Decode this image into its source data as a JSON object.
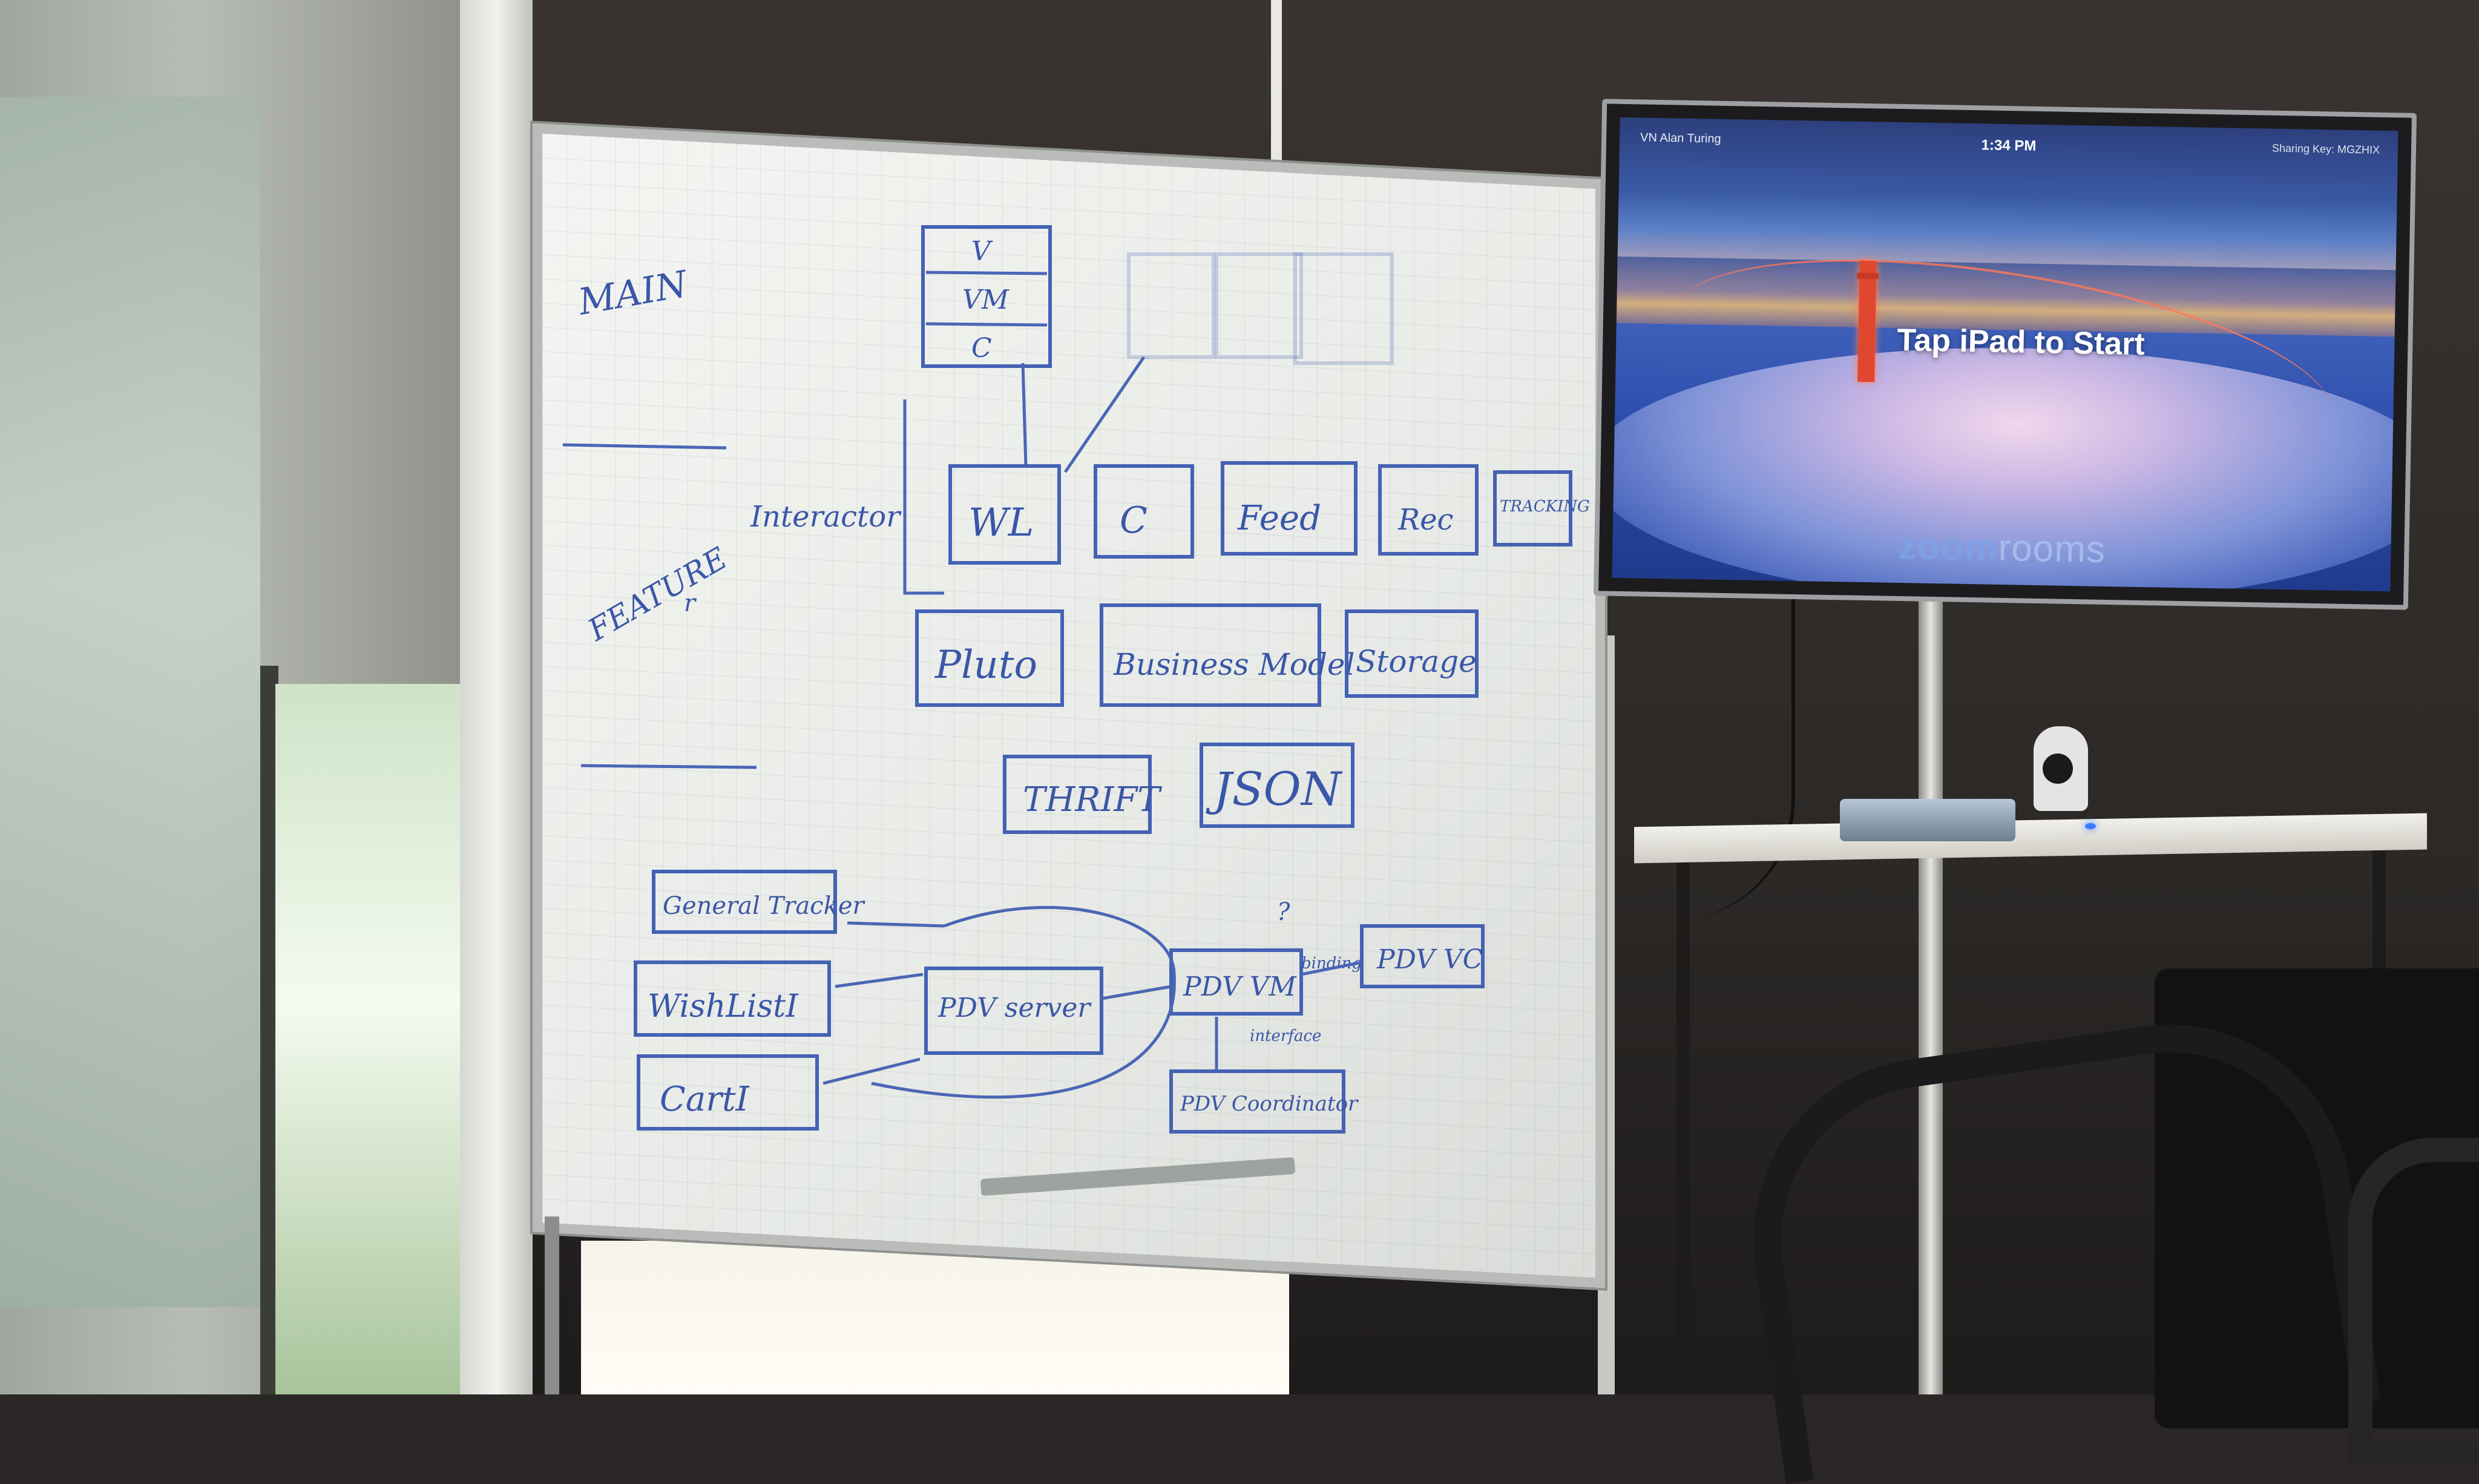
{
  "whiteboard": {
    "left_labels": {
      "main": "MAIN",
      "feature": "FEATURE",
      "feature_sub": "r",
      "interactor": "Interactor"
    },
    "top_boxes": {
      "mvc_box": [
        "V",
        "VM",
        "C"
      ]
    },
    "row_modules": [
      "WL",
      "C",
      "Feed",
      "Rec",
      "TRACKING"
    ],
    "row_services": [
      "Pluto",
      "Business Model",
      "Storage"
    ],
    "row_formats": [
      "THRIFT",
      "JSON"
    ],
    "pdv_flow": {
      "tracker": "General Tracker",
      "wishlist": "WishListI",
      "cart": "CartI",
      "server": "PDV server",
      "vm": "PDV VM",
      "vc": "PDV VC",
      "coordinator": "PDV Coordinator",
      "binding_label": "binding",
      "interface_label": "interface",
      "question_mark": "?"
    }
  },
  "tv": {
    "room_name": "VN Alan Turing",
    "clock": "1:34 PM",
    "sharing_key": "Sharing Key: MGZHIX",
    "prompt": "Tap iPad to Start",
    "logo_bold": "zoom",
    "logo_thin": "rooms"
  },
  "colors": {
    "marker_blue": "#3a56a8",
    "wall_dark": "#2c2927",
    "screen_blue": "#3a5aa6",
    "bridge_red": "#e0472f"
  }
}
